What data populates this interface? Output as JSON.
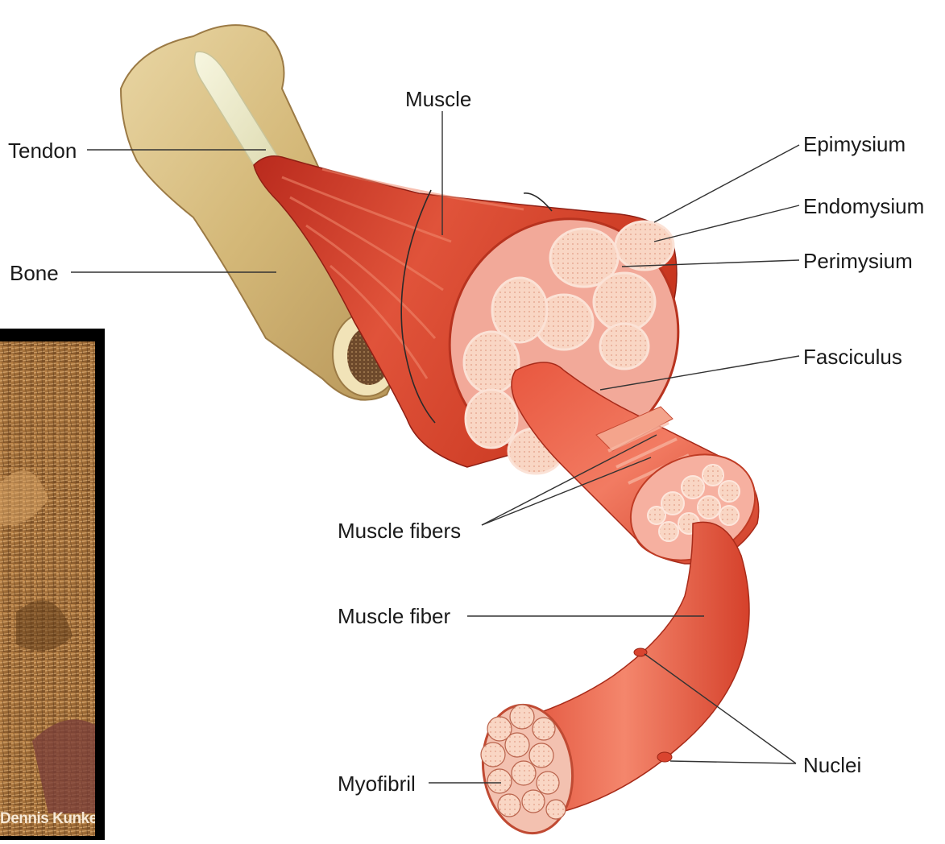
{
  "labels": {
    "muscle": "Muscle",
    "tendon": "Tendon",
    "bone": "Bone",
    "epimysium": "Epimysium",
    "endomysium": "Endomysium",
    "perimysium": "Perimysium",
    "fasciculus": "Fasciculus",
    "muscle_fibers": "Muscle fibers",
    "muscle_fiber": "Muscle fiber",
    "myofibril": "Myofibril",
    "nuclei": "Nuclei"
  },
  "inset_photo": {
    "credit": "Dennis Kunkel"
  },
  "colors": {
    "muscle_red": "#d9442f",
    "muscle_light": "#f07a62",
    "bone_tan": "#d8bf86",
    "tendon_cream": "#f1f0d2",
    "fascicle_pink": "#f6a08e",
    "leader_line": "#333333",
    "inset_frame": "#000000",
    "inset_fibers": "#a8713a"
  }
}
